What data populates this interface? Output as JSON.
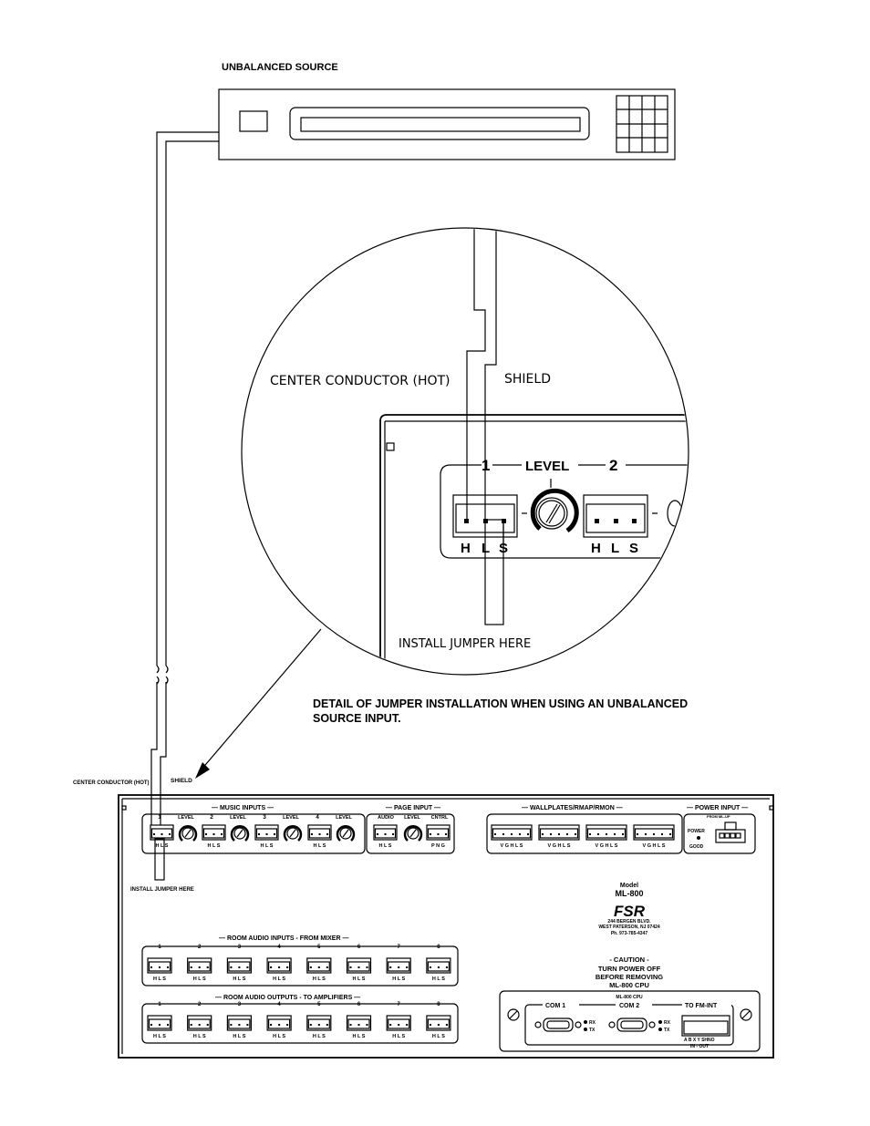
{
  "source": {
    "title": "UNBALANCED SOURCE"
  },
  "detail": {
    "hot_label": "CENTER CONDUCTOR (HOT)",
    "shield_label": "SHIELD",
    "input1": "1",
    "level": "LEVEL",
    "input2": "2",
    "pins": [
      "H",
      "L",
      "S"
    ],
    "jumper_label": "INSTALL JUMPER HERE",
    "caption_line1": "DETAIL OF JUMPER INSTALLATION WHEN USING AN UNBALANCED",
    "caption_line2": "SOURCE INPUT."
  },
  "panel_callouts": {
    "hot_label": "CENTER CONDUCTOR (HOT)",
    "shield_label": "SHIELD",
    "jumper_label": "INSTALL JUMPER HERE"
  },
  "panel": {
    "music_inputs": {
      "title": "— MUSIC INPUTS —",
      "channels": [
        "1",
        "2",
        "3",
        "4"
      ],
      "level": "LEVEL",
      "pins": "H L S"
    },
    "page_input": {
      "title": "— PAGE INPUT —",
      "audio": "AUDIO",
      "level": "LEVEL",
      "cntrl": "CNTRL",
      "audio_pins": "H L S",
      "cntrl_pins": "P N G"
    },
    "wallplates": {
      "title": "— WALLPLATES/RMAP/RMON —",
      "pins": "V G H L S",
      "count": 4
    },
    "power_input": {
      "title": "— POWER INPUT —",
      "subtitle": "FROM ML-UP",
      "power": "POWER",
      "good": "GOOD"
    },
    "model": {
      "label": "Model",
      "name": "ML-800",
      "brand": "FSR",
      "address1": "244 BERGEN BLVD.",
      "address2": "WEST PATERSON, NJ 07424",
      "phone": "Ph. 973-785-4347"
    },
    "caution": {
      "title": "- CAUTION -",
      "line1": "TURN POWER OFF",
      "line2": "BEFORE REMOVING",
      "line3": "ML-800 CPU"
    },
    "room_inputs": {
      "title": "— ROOM AUDIO INPUTS - FROM MIXER —",
      "channels": [
        "1",
        "2",
        "3",
        "4",
        "5",
        "6",
        "7",
        "8"
      ],
      "pins": "H L S"
    },
    "room_outputs": {
      "title": "— ROOM AUDIO OUTPUTS - TO AMPLIFIERS —",
      "channels": [
        "1",
        "2",
        "3",
        "4",
        "5",
        "6",
        "7",
        "8"
      ],
      "pins": "H L S"
    },
    "cpu": {
      "title": "ML-800 CPU",
      "com1": "COM 1",
      "com2": "COM 2",
      "fm": "TO FM-INT",
      "rx": "RX",
      "tx": "TX",
      "fm_pins": "A B X Y SHNO",
      "in_out": "IN - OUT"
    }
  }
}
